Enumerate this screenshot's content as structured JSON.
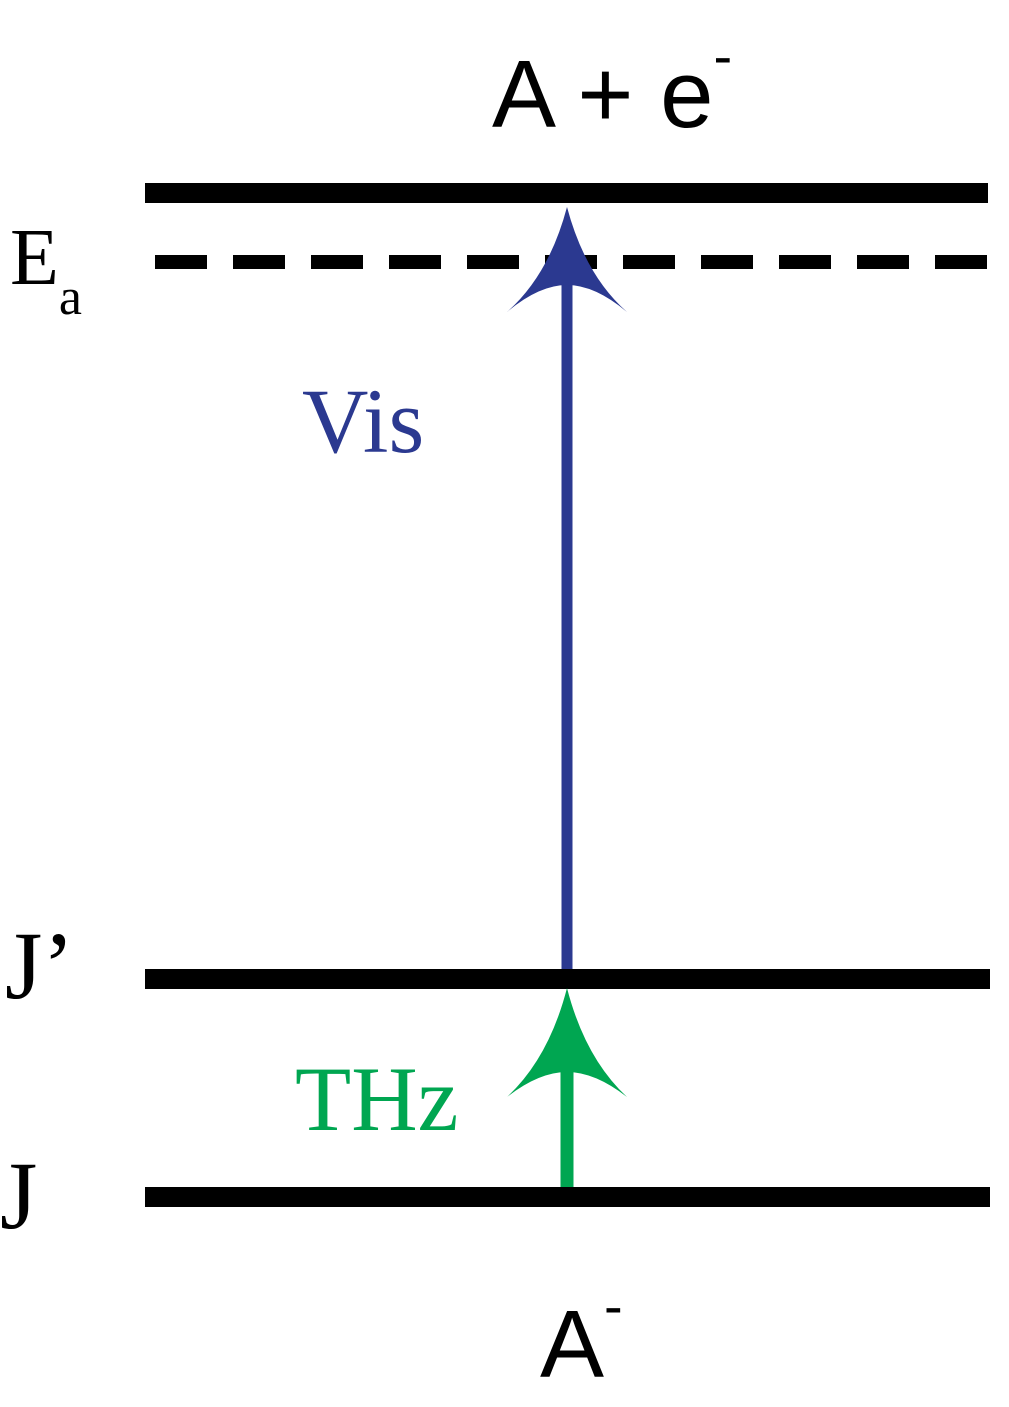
{
  "labels": {
    "top_state_main": "A + e",
    "top_state_sup": "-",
    "bottom_state_main": "A",
    "bottom_state_sup": "-",
    "ea_main": "E",
    "ea_sub": "a",
    "j_prime": "J’",
    "j": "J",
    "vis": "Vis",
    "thz": "THz"
  },
  "colors": {
    "level_line": "#000000",
    "vis_arrow": "#2b3990",
    "thz_arrow": "#00a651",
    "text": "#000000"
  }
}
